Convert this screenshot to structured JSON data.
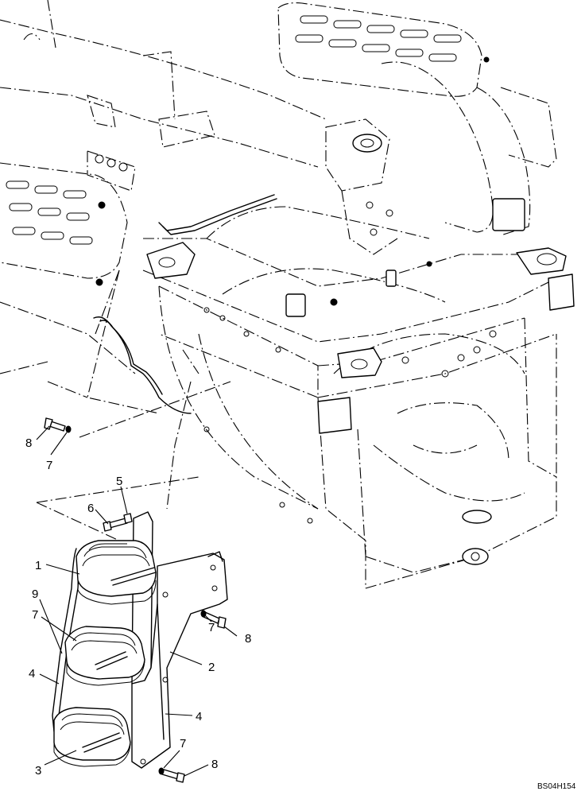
{
  "figure_id": "BS04H154",
  "callouts": [
    {
      "id": "c-8a",
      "text": "8"
    },
    {
      "id": "c-7a",
      "text": "7"
    },
    {
      "id": "c-5",
      "text": "5"
    },
    {
      "id": "c-6",
      "text": "6"
    },
    {
      "id": "c-1",
      "text": "1"
    },
    {
      "id": "c-9",
      "text": "9"
    },
    {
      "id": "c-7b",
      "text": "7"
    },
    {
      "id": "c-4a",
      "text": "4"
    },
    {
      "id": "c-3",
      "text": "3"
    },
    {
      "id": "c-7c",
      "text": "7"
    },
    {
      "id": "c-8b",
      "text": "8"
    },
    {
      "id": "c-2",
      "text": "2"
    },
    {
      "id": "c-4b",
      "text": "4"
    },
    {
      "id": "c-7d",
      "text": "7"
    },
    {
      "id": "c-8c",
      "text": "8"
    }
  ]
}
